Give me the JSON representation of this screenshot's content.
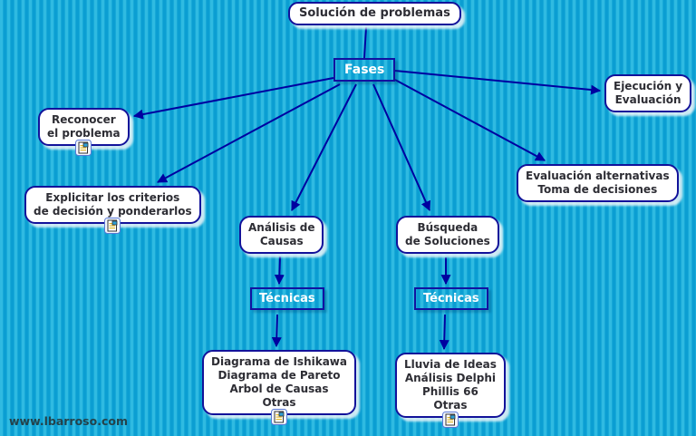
{
  "page": {
    "watermark": "www.lbarroso.com"
  },
  "colors": {
    "background_stripe_light": "#2fbae1",
    "background_stripe_dark": "#0b9ed2",
    "connector_line": "#0000a0",
    "node_border": "#12129a",
    "node_background": "#ffffff",
    "node_text": "#2d2d34",
    "link_label_text": "#ffffff",
    "watermark_text": "#24424a"
  },
  "nodes": {
    "solucion": {
      "label": "Solución de problemas",
      "has_resource_icon": false
    },
    "fases": {
      "label": "Fases",
      "has_resource_icon": false
    },
    "reconocer": {
      "label": "Reconocer\nel problema",
      "has_resource_icon": true
    },
    "explicitar": {
      "label": "Explicitar los criterios\nde decisión y ponderarlos",
      "has_resource_icon": true
    },
    "analisis_causas": {
      "label": "Análisis de\nCausas",
      "has_resource_icon": false
    },
    "busqueda_soluciones": {
      "label": "Búsqueda\nde Soluciones",
      "has_resource_icon": false
    },
    "evaluacion_alternativas": {
      "label": "Evaluación alternativas\nToma de decisiones",
      "has_resource_icon": false
    },
    "ejecucion_evaluacion": {
      "label": "Ejecución y\nEvaluación",
      "has_resource_icon": false
    },
    "tecnicas_analisis": {
      "label": "Técnicas",
      "has_resource_icon": false
    },
    "tecnicas_busqueda": {
      "label": "Técnicas",
      "has_resource_icon": false
    },
    "tecnicas_analisis_lista": {
      "label": "Diagrama de Ishikawa\nDiagrama de Pareto\nArbol de Causas\nOtras",
      "has_resource_icon": true
    },
    "tecnicas_busqueda_lista": {
      "label": "Lluvia de Ideas\nAnálisis Delphi\nPhillis 66\nOtras",
      "has_resource_icon": true
    }
  },
  "edges": [
    {
      "from": "solucion",
      "to": "fases",
      "arrowhead": false
    },
    {
      "from": "fases",
      "to": "reconocer",
      "arrowhead": true
    },
    {
      "from": "fases",
      "to": "explicitar",
      "arrowhead": true
    },
    {
      "from": "fases",
      "to": "analisis_causas",
      "arrowhead": true
    },
    {
      "from": "fases",
      "to": "busqueda_soluciones",
      "arrowhead": true
    },
    {
      "from": "fases",
      "to": "evaluacion_alternativas",
      "arrowhead": true
    },
    {
      "from": "fases",
      "to": "ejecucion_evaluacion",
      "arrowhead": true
    },
    {
      "from": "analisis_causas",
      "to": "tecnicas_analisis",
      "arrowhead": true
    },
    {
      "from": "tecnicas_analisis",
      "to": "tecnicas_analisis_lista",
      "arrowhead": true
    },
    {
      "from": "busqueda_soluciones",
      "to": "tecnicas_busqueda",
      "arrowhead": true
    },
    {
      "from": "tecnicas_busqueda",
      "to": "tecnicas_busqueda_lista",
      "arrowhead": true
    }
  ]
}
